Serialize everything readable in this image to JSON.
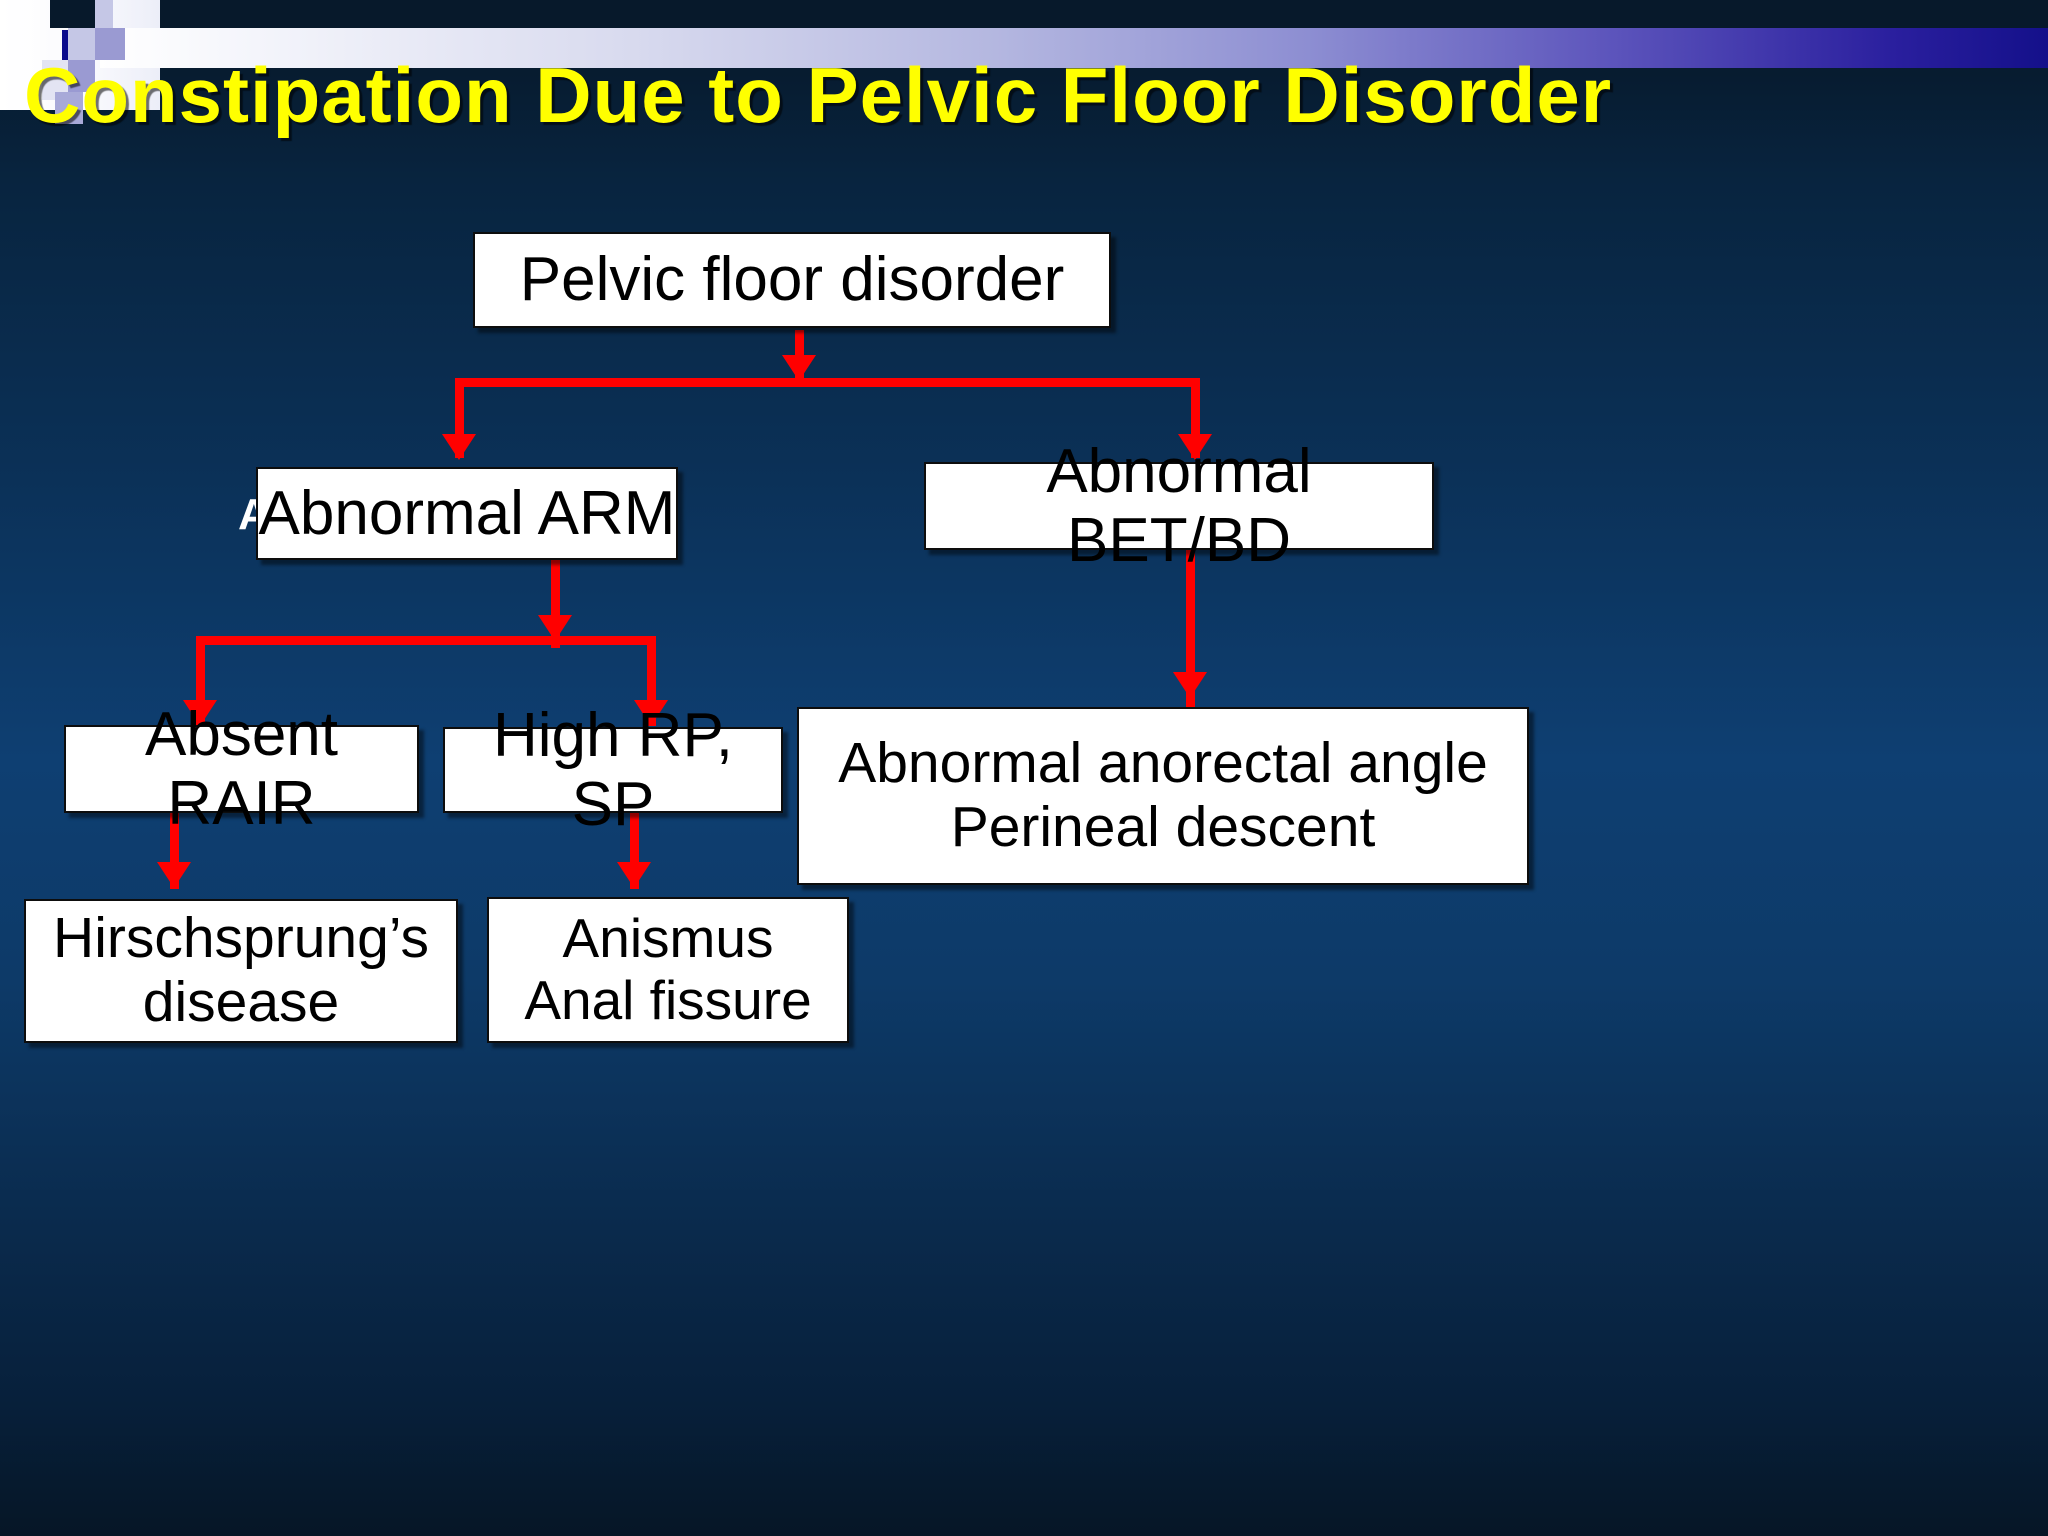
{
  "slide": {
    "title": "Constipation Due to Pelvic Floor Disorder",
    "title_color": "#ffff00",
    "background_color": "#0d3a68",
    "arrow_color": "#ff0000",
    "box_fill": "#ffffff",
    "box_text_color": "#000000"
  },
  "diagram": {
    "type": "flowchart",
    "orientation": "top-down",
    "nodes": [
      {
        "id": "root",
        "label": "Pelvic floor disorder"
      },
      {
        "id": "arm",
        "label": "Abnormal ARM"
      },
      {
        "id": "betbd",
        "label": "Abnormal BET/BD"
      },
      {
        "id": "rair",
        "label": "Absent RAIR"
      },
      {
        "id": "rpsp",
        "label": "High RP, SP"
      },
      {
        "id": "angle",
        "label_line1": "Abnormal anorectal angle",
        "label_line2": "Perineal descent"
      },
      {
        "id": "hirsch",
        "label_line1": "Hirschsprung’s",
        "label_line2": "disease"
      },
      {
        "id": "anismus",
        "label_line1": "Anismus",
        "label_line2": "Anal fissure"
      }
    ],
    "edges": [
      {
        "from": "root",
        "to": "arm"
      },
      {
        "from": "root",
        "to": "betbd"
      },
      {
        "from": "arm",
        "to": "rair"
      },
      {
        "from": "arm",
        "to": "rpsp"
      },
      {
        "from": "betbd",
        "to": "angle"
      },
      {
        "from": "rair",
        "to": "hirsch"
      },
      {
        "from": "rpsp",
        "to": "anismus"
      }
    ]
  },
  "artifacts": {
    "stray_glyph": "A"
  }
}
